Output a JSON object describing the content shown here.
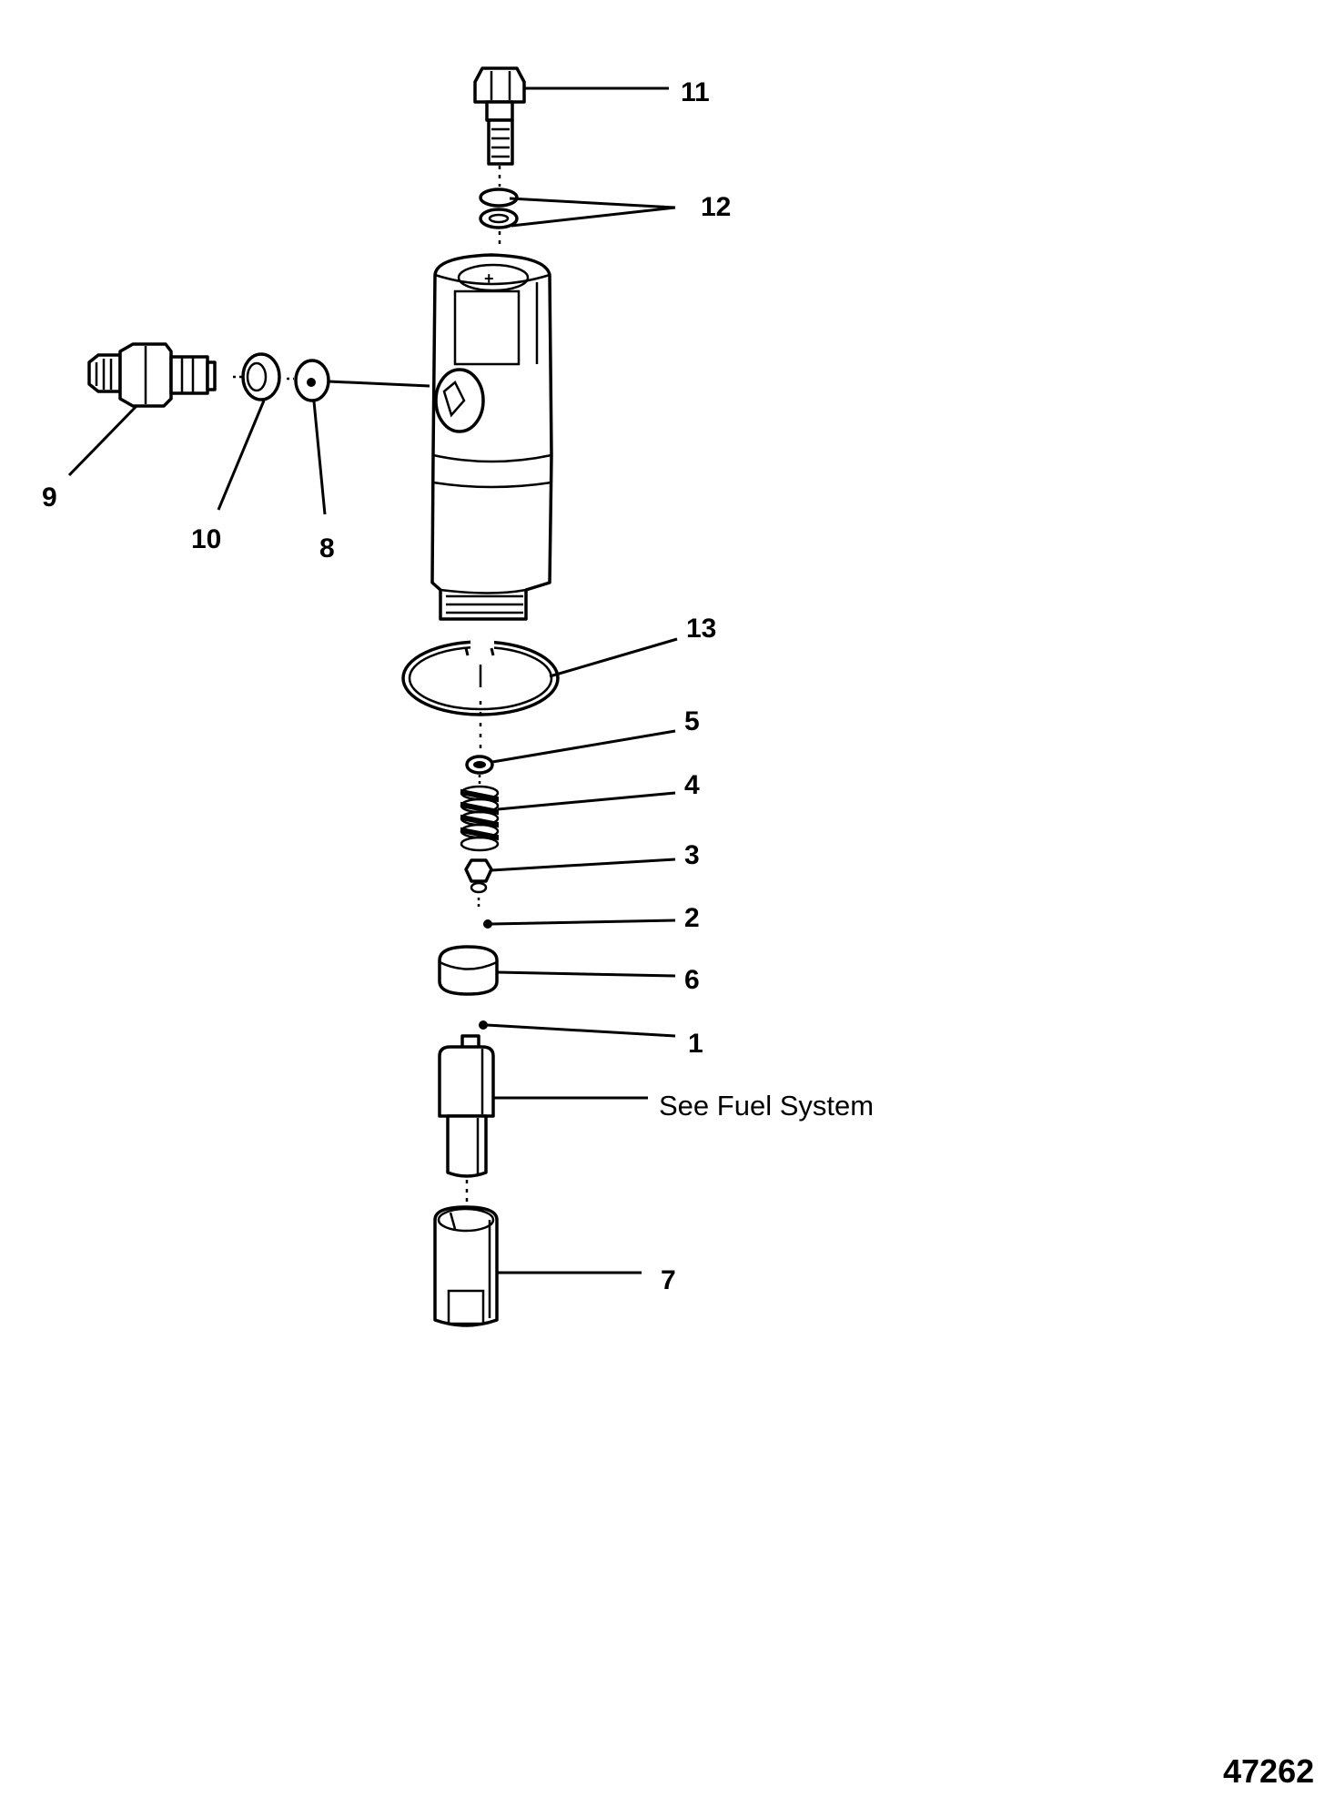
{
  "callouts": {
    "c1": "1",
    "c2": "2",
    "c3": "3",
    "c4": "4",
    "c5": "5",
    "c6": "6",
    "c7": "7",
    "c8": "8",
    "c9": "9",
    "c10": "10",
    "c11": "11",
    "c12": "12",
    "c13": "13"
  },
  "note_fuel_system": "See Fuel System",
  "figure_number": "47262"
}
